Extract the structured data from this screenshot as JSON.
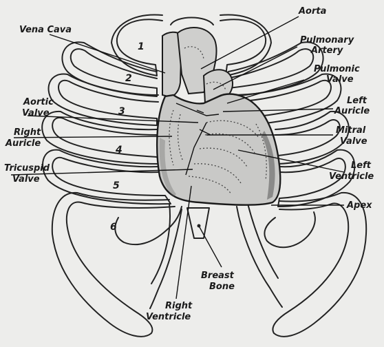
{
  "labels": {
    "vena_cava": "Vena Cava",
    "aorta": "Aorta",
    "pulmonary_artery_line1": "Pulmonary",
    "pulmonary_artery_line2": "Artery",
    "pulmonic_valve_line1": "Pulmonic",
    "pulmonic_valve_line2": "Valve",
    "aortic_valve_line1": "Aortic",
    "aortic_valve_line2": "Valve",
    "left_auricle_line1": "Left",
    "left_auricle_line2": "Auricle",
    "right_auricle_line1": "Right",
    "right_auricle_line2": "Auricle",
    "mitral_valve_line1": "Mitral",
    "mitral_valve_line2": "Valve",
    "tricuspid_valve_line1": "Tricuspid",
    "tricuspid_valve_line2": "Valve",
    "left_ventricle_line1": "Left",
    "left_ventricle_line2": "Ventricle",
    "apex": "Apex",
    "breast_bone_line1": "Breast",
    "breast_bone_line2": "Bone",
    "right_ventricle_line1": "Right",
    "right_ventricle_line2": "Ventricle"
  },
  "rib_numbers": [
    "1",
    "2",
    "3",
    "4",
    "5",
    "6"
  ]
}
